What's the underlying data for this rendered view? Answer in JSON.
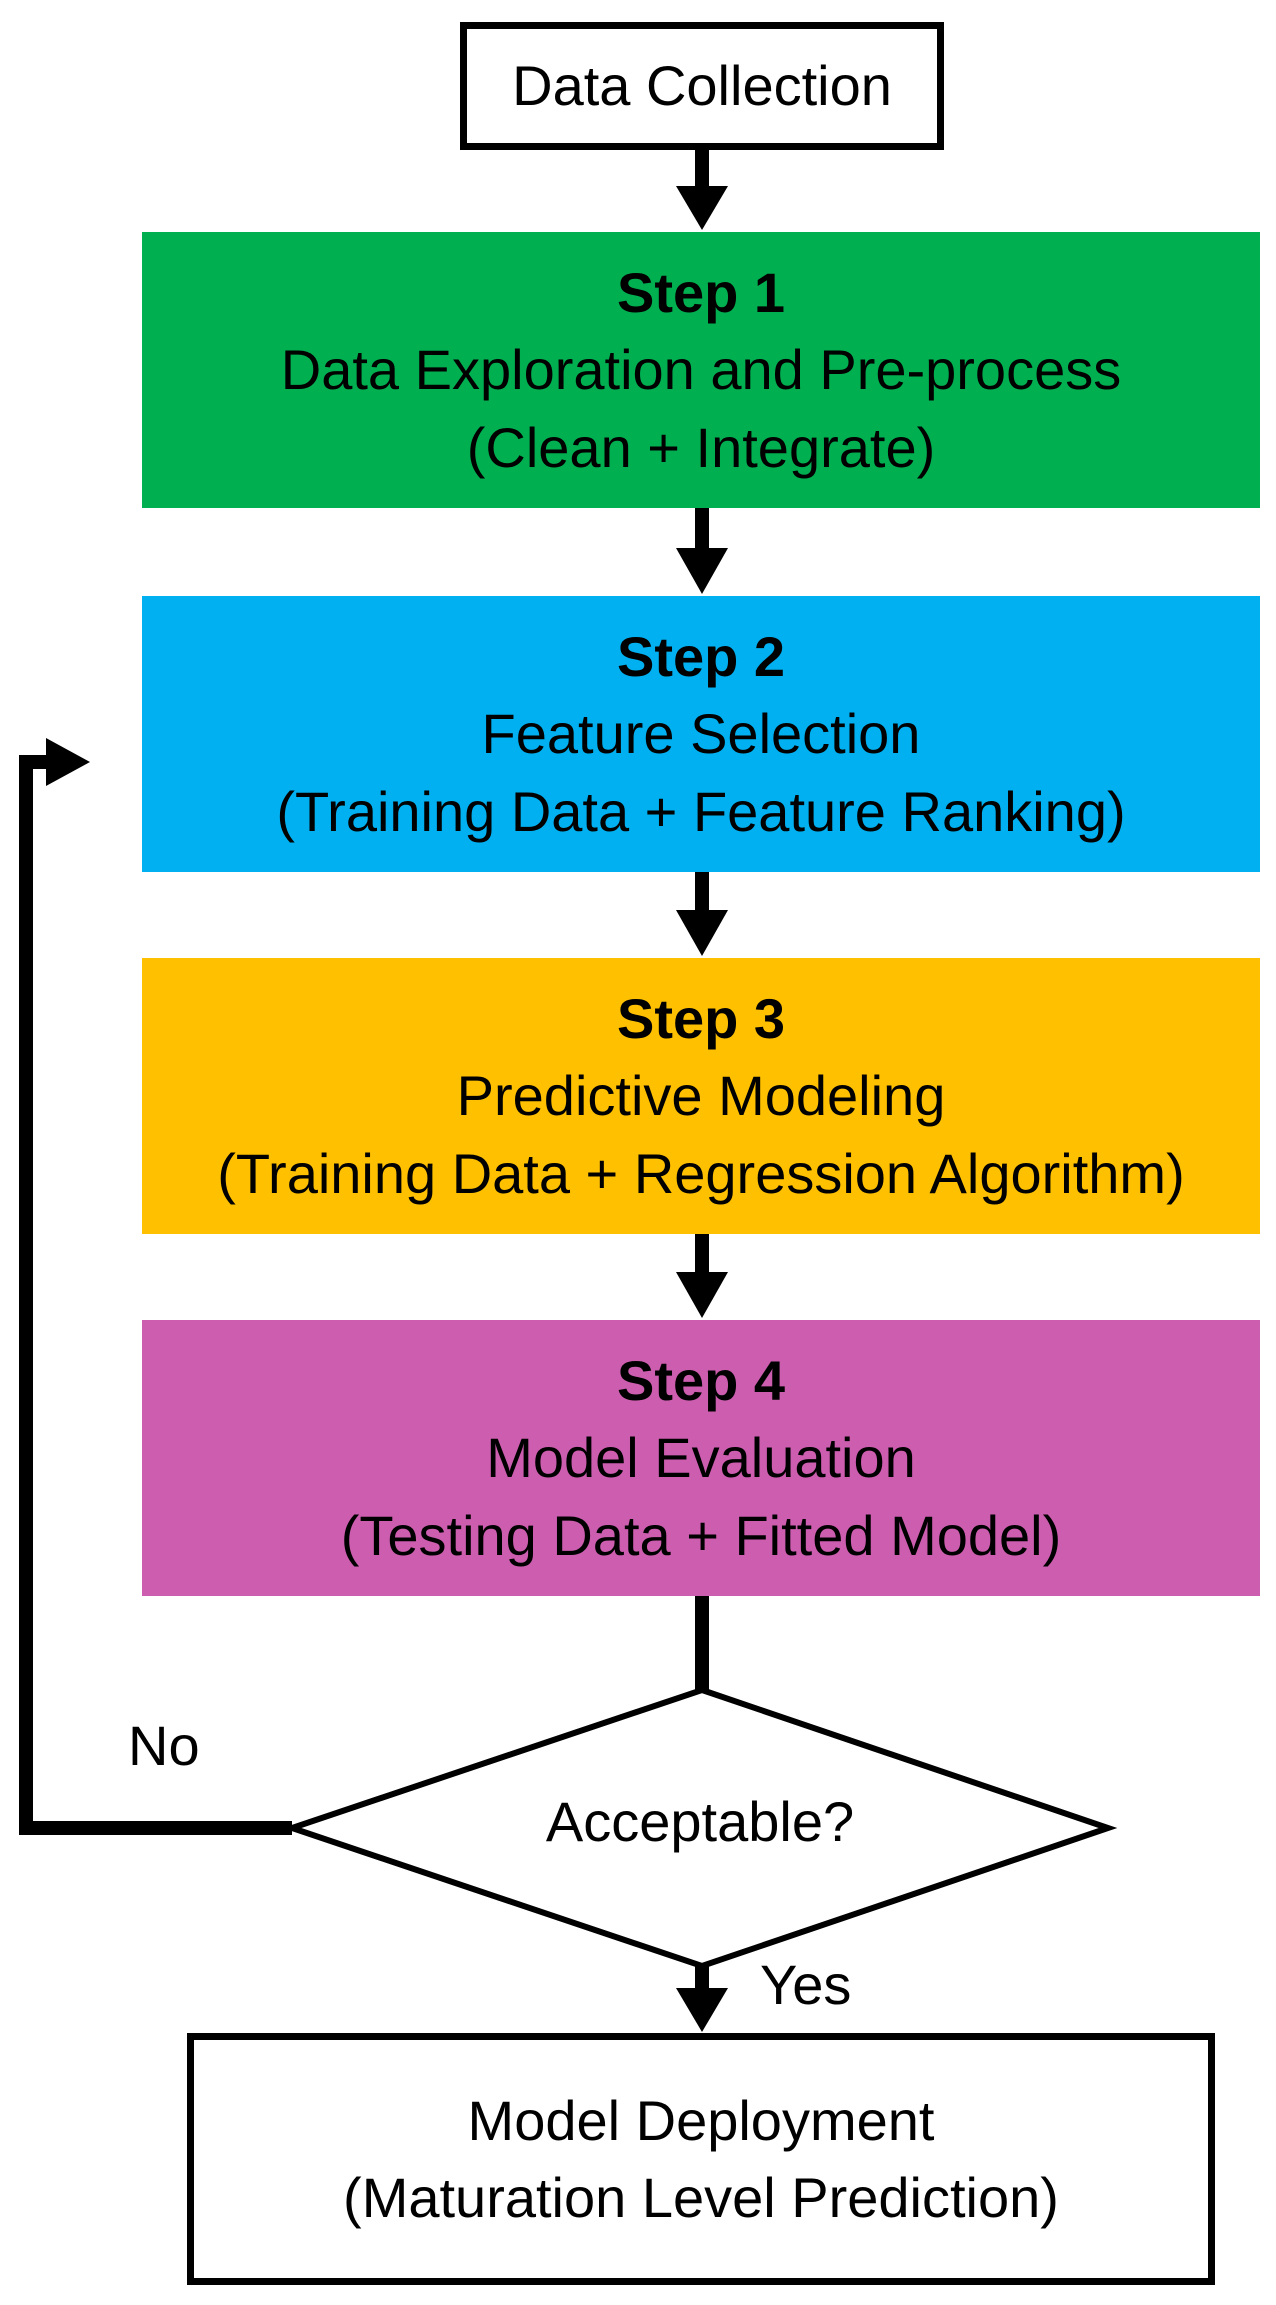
{
  "colors": {
    "step1": "#00AF50",
    "step2": "#00B0F0",
    "step3": "#FFC000",
    "step4": "#CC5DAF",
    "stroke": "#000000"
  },
  "nodes": {
    "start": {
      "label": "Data Collection"
    },
    "step1": {
      "title": "Step 1",
      "name": "Data Exploration and Pre-process",
      "detail": "(Clean + Integrate)"
    },
    "step2": {
      "title": "Step 2",
      "name": "Feature Selection",
      "detail": "(Training Data + Feature Ranking)"
    },
    "step3": {
      "title": "Step 3",
      "name": "Predictive Modeling",
      "detail": "(Training Data + Regression Algorithm)"
    },
    "step4": {
      "title": "Step 4",
      "name": "Model Evaluation",
      "detail": "(Testing Data + Fitted Model)"
    },
    "decision": {
      "label": "Acceptable?"
    },
    "end": {
      "name": "Model Deployment",
      "detail": "(Maturation Level Prediction)"
    }
  },
  "edges": {
    "no_label": "No",
    "yes_label": "Yes"
  }
}
